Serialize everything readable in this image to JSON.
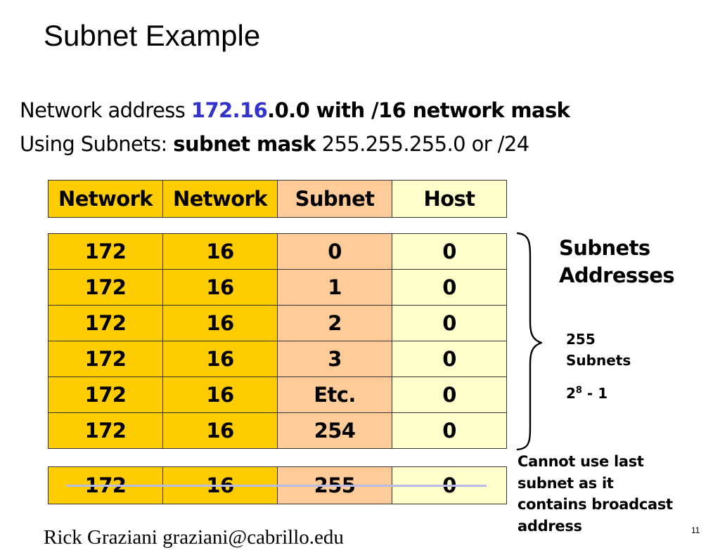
{
  "slide": {
    "title": "Subnet Example",
    "line1": {
      "prefix": "Network address ",
      "net_part": "172.16",
      "rest_bold": ".0.0 with /16 network mask"
    },
    "line2": {
      "prefix": "Using Subnets: ",
      "bold": "subnet mask",
      "suffix": " 255.255.255.0 or /24"
    },
    "header": [
      "Network",
      "Network",
      "Subnet",
      "Host"
    ],
    "rows": [
      [
        "172",
        "16",
        "0",
        "0"
      ],
      [
        "172",
        "16",
        "1",
        "0"
      ],
      [
        "172",
        "16",
        "2",
        "0"
      ],
      [
        "172",
        "16",
        "3",
        "0"
      ],
      [
        "172",
        "16",
        "Etc.",
        "0"
      ],
      [
        "172",
        "16",
        "254",
        "0"
      ]
    ],
    "broadcast_row": [
      "172",
      "16",
      "255",
      "0"
    ],
    "side": {
      "heading_line1": "Subnets",
      "heading_line2": "Addresses",
      "count_line1": "255",
      "count_line2": "Subnets",
      "formula_base": "2",
      "formula_exp": "8",
      "formula_rest": " - 1"
    },
    "note": [
      "Cannot use last",
      "subnet as it",
      "contains broadcast",
      "address"
    ],
    "footer": "Rick Graziani  graziani@cabrillo.edu",
    "page_number": "11"
  },
  "colors": {
    "network_cell": "#ffcc00",
    "subnet_cell": "#ffcc99",
    "host_cell": "#ffffcc",
    "highlight_text": "#3333cc"
  }
}
